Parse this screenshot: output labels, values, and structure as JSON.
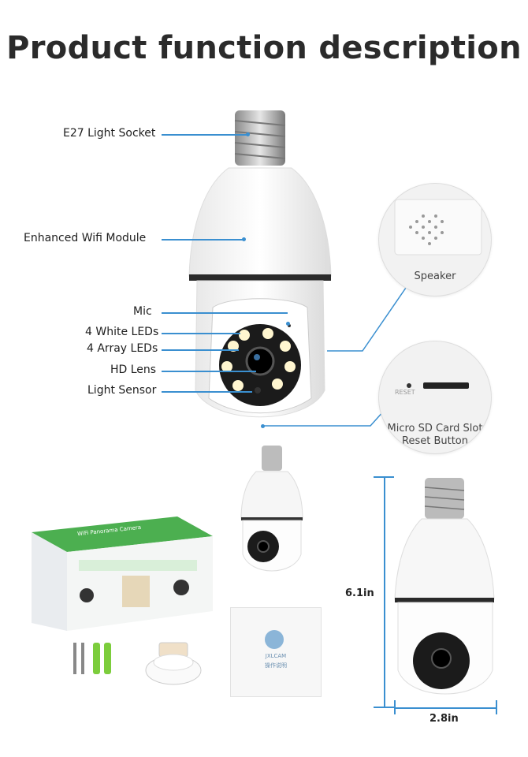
{
  "title": "Product function description",
  "labels": {
    "socket": "E27 Light Socket",
    "wifi": "Enhanced Wifi Module",
    "mic": "Mic",
    "white_leds": "4 White LEDs",
    "array_leds": "4 Array LEDs",
    "lens": "HD Lens",
    "sensor": "Light Sensor"
  },
  "callouts": {
    "speaker": "Speaker",
    "sd_slot": "Micro SD Card Slot",
    "reset": "Reset Button",
    "reset_small": "RESET"
  },
  "box": {
    "brand": "WiFi Panorama Camera"
  },
  "manual": {
    "brand": "JXLCAM",
    "subtitle": "操作说明"
  },
  "dimensions": {
    "height": "6.1in",
    "width": "2.8in"
  },
  "colors": {
    "accent": "#3a8fd0",
    "box_green": "#4caf50"
  }
}
